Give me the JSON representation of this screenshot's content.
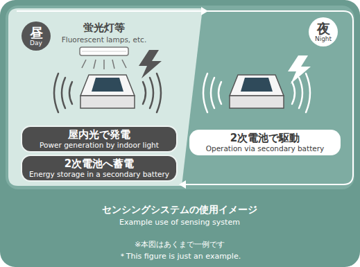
{
  "diagram": {
    "nodes": [
      {
        "text": [
          "昼",
          "Day"
        ]
      },
      {
        "text": [
          "屋内光で発電",
          "Power generation by indoor light"
        ]
      },
      {
        "text": [
          "2次電池へ蓄電",
          "Energy storage in a secondary battery"
        ]
      },
      {
        "text": [
          "夜",
          "Night"
        ]
      },
      {
        "text": [
          "2次電池で駆動",
          "Operation via secondary battery"
        ]
      }
    ],
    "labels": [
      "蛍光灯等",
      "Fluorescent lamps, etc.",
      "センシングシステムの使用イメージ",
      "Example use of sensing system",
      "※本図はあくまで一例です",
      "＊This figure is just an example."
    ]
  }
}
